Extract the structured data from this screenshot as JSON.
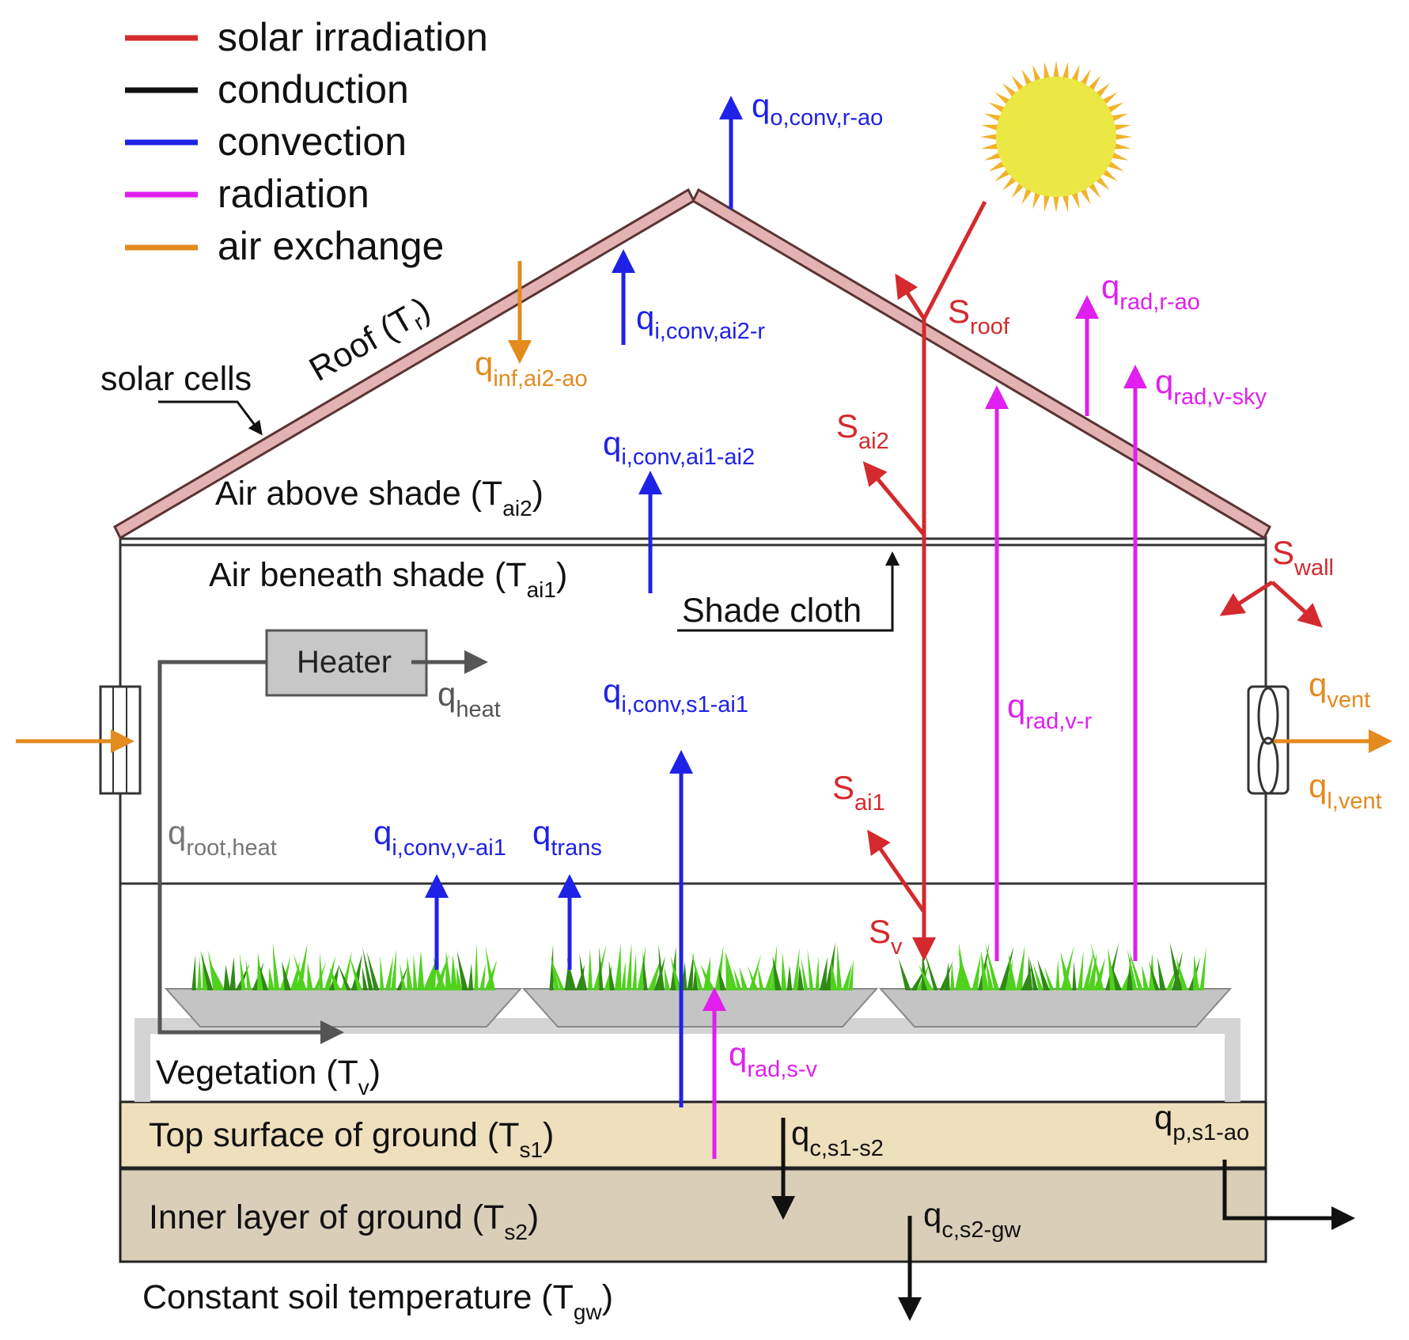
{
  "colors": {
    "solar": "#d42a2e",
    "conduction": "#111111",
    "convection": "#1f22e6",
    "radiation": "#e01ff0",
    "air_exchange": "#e38b1f",
    "heater_gray": "#555555",
    "roof_fill": "#e3b3b3",
    "roof_edge": "#5a3333",
    "grass": "#4fd11d",
    "grass_dark": "#2f8a16",
    "tray": "#c4c4c4",
    "ground_top": "#eedfbd",
    "ground_inner": "#d9cfb9",
    "sun": "#ebe845",
    "sun_rays": "#f2b22a"
  },
  "legend": [
    {
      "label": "solar irradiation",
      "color_key": "solar"
    },
    {
      "label": "conduction",
      "color_key": "conduction"
    },
    {
      "label": "convection",
      "color_key": "convection"
    },
    {
      "label": "radiation",
      "color_key": "radiation"
    },
    {
      "label": "air exchange",
      "color_key": "air_exchange"
    }
  ],
  "labels": {
    "solar_cells": "solar cells",
    "roof": {
      "main": "Roof (T",
      "sub": "r",
      "close": ")"
    },
    "air_above_shade": {
      "main": "Air above shade (T",
      "sub": "ai2",
      "close": ")"
    },
    "air_beneath_shade": {
      "main": "Air beneath shade (T",
      "sub": "ai1",
      "close": ")"
    },
    "shade_cloth": "Shade cloth",
    "heater": "Heater",
    "vegetation": {
      "main": "Vegetation (T",
      "sub": "v",
      "close": ")"
    },
    "top_surface": {
      "main": "Top surface of ground (T",
      "sub": "s1",
      "close": ")"
    },
    "inner_layer": {
      "main": "Inner layer of ground (T",
      "sub": "s2",
      "close": ")"
    },
    "constant_soil": {
      "main": "Constant soil temperature (T",
      "sub": "gw",
      "close": ")"
    }
  },
  "fluxes": {
    "q_o_conv_r_ao": {
      "main": "q",
      "sub": "o,conv,r-ao"
    },
    "q_i_conv_ai2_r": {
      "main": "q",
      "sub": "i,conv,ai2-r"
    },
    "q_inf_ai2_ao": {
      "main": "q",
      "sub": "inf,ai2-ao"
    },
    "q_i_conv_ai1_ai2": {
      "main": "q",
      "sub": "i,conv,ai1-ai2"
    },
    "q_heat": {
      "main": "q",
      "sub": "heat"
    },
    "q_i_conv_s1_ai1": {
      "main": "q",
      "sub": "i,conv,s1-ai1"
    },
    "q_root_heat": {
      "main": "q",
      "sub": "root,heat"
    },
    "q_i_conv_v_ai1": {
      "main": "q",
      "sub": "i,conv,v-ai1"
    },
    "q_trans": {
      "main": "q",
      "sub": "trans"
    },
    "q_rad_s_v": {
      "main": "q",
      "sub": "rad,s-v"
    },
    "q_c_s1_s2": {
      "main": "q",
      "sub": "c,s1-s2"
    },
    "q_c_s2_gw": {
      "main": "q",
      "sub": "c,s2-gw"
    },
    "q_p_s1_ao": {
      "main": "q",
      "sub": "p,s1-ao"
    },
    "q_rad_r_ao": {
      "main": "q",
      "sub": "rad,r-ao"
    },
    "q_rad_v_sky": {
      "main": "q",
      "sub": "rad,v-sky"
    },
    "q_rad_v_r": {
      "main": "q",
      "sub": "rad,v-r"
    },
    "q_vent": {
      "main": "q",
      "sub": "vent"
    },
    "q_l_vent": {
      "main": "q",
      "sub": "l,vent"
    },
    "s_roof": {
      "main": "S",
      "sub": "roof"
    },
    "s_ai2": {
      "main": "S",
      "sub": "ai2"
    },
    "s_ai1": {
      "main": "S",
      "sub": "ai1"
    },
    "s_v": {
      "main": "S",
      "sub": "v"
    },
    "s_wall": {
      "main": "S",
      "sub": "wall"
    }
  }
}
